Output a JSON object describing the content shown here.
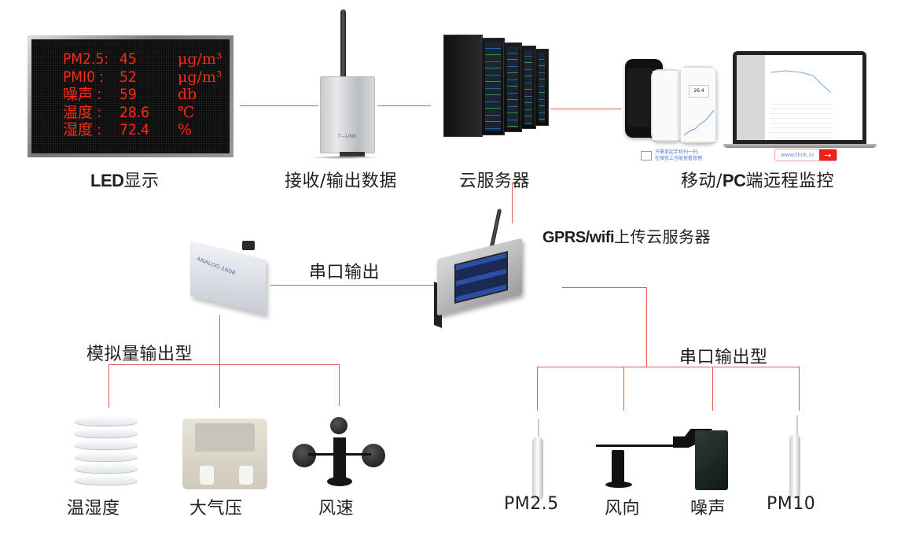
{
  "led_display": {
    "rows": [
      {
        "key": "PM2.5:",
        "value": "45",
        "unit": "μg/m³"
      },
      {
        "key": "PMI0 :",
        "value": "52",
        "unit": "μg/m³"
      },
      {
        "key": "噪声 :",
        "value": "59",
        "unit": "db"
      },
      {
        "key": "温度 :",
        "value": "28.6",
        "unit": "℃"
      },
      {
        "key": "湿度 :",
        "value": "72.4",
        "unit": "%"
      }
    ],
    "caption_bold": "LED",
    "caption_rest": "显示"
  },
  "receiver": {
    "logo": "T—LINK",
    "caption": "接收/输出数据"
  },
  "cloud_server": {
    "caption": "云服务器"
  },
  "remote_monitor": {
    "caption_pre": "移动/",
    "caption_bold": "PC",
    "caption_post": "端远程监控",
    "phone_value": "26.4",
    "qr_note_line1": "只需拿起手机扫一扫,",
    "qr_note_line2": "在微信上也能查看管理",
    "url": "www.tlink.io",
    "go_icon": "→"
  },
  "gateway": {
    "upload_bold": "GPRS/wifi",
    "upload_rest": "上传云服务器"
  },
  "analog_module": {
    "model": "ANALOG·1608",
    "serial_label": "串口输出",
    "group_label": "模拟量输出型",
    "sensors": [
      {
        "name": "温湿度"
      },
      {
        "name": "大气压"
      },
      {
        "name": "风速"
      }
    ]
  },
  "serial_group": {
    "group_label": "串口输出型",
    "sensors": [
      {
        "name": "PM2.5"
      },
      {
        "name": "风向"
      },
      {
        "name": "噪声"
      },
      {
        "name": "PM10"
      }
    ]
  },
  "colors": {
    "connector": "#e8595c",
    "led_text": "#ff2a14"
  }
}
